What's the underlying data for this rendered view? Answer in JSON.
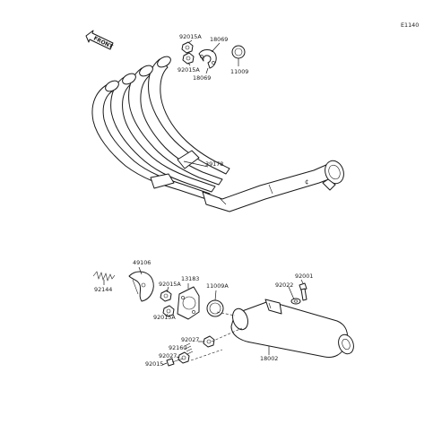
{
  "diagram_code": "E1140",
  "front_label": "FRONT",
  "labels": {
    "p92015A_a": "92015A",
    "p18069_a": "18069",
    "p92015A_b": "92015A",
    "p18069_b": "18069",
    "p11009": "11009",
    "p39178": "39178",
    "p49106": "49106",
    "p92144": "92144",
    "p92015A_c": "92015A",
    "p13183": "13183",
    "p92015A_d": "92015A",
    "p11009A": "11009A",
    "p92001": "92001",
    "p92022": "92022",
    "p92027_a": "92027",
    "p92160": "92160",
    "p92027_b": "92027",
    "p92015": "92015",
    "p18002": "18002"
  },
  "colors": {
    "ink": "#1a1a1a",
    "paper": "#ffffff"
  }
}
